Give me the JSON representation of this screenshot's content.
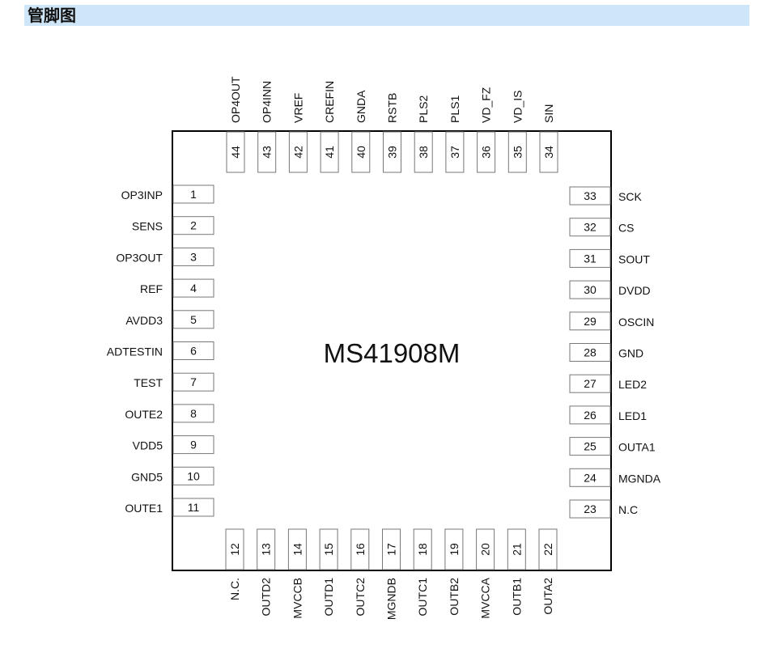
{
  "header": {
    "title": "管脚图"
  },
  "chip": {
    "name": "MS41908M"
  },
  "pins": {
    "left": [
      {
        "num": "1",
        "name": "OP3INP"
      },
      {
        "num": "2",
        "name": "SENS"
      },
      {
        "num": "3",
        "name": "OP3OUT"
      },
      {
        "num": "4",
        "name": "REF"
      },
      {
        "num": "5",
        "name": "AVDD3"
      },
      {
        "num": "6",
        "name": "ADTESTIN"
      },
      {
        "num": "7",
        "name": "TEST"
      },
      {
        "num": "8",
        "name": "OUTE2"
      },
      {
        "num": "9",
        "name": "VDD5"
      },
      {
        "num": "10",
        "name": "GND5"
      },
      {
        "num": "11",
        "name": "OUTE1"
      }
    ],
    "bottom": [
      {
        "num": "12",
        "name": "N.C."
      },
      {
        "num": "13",
        "name": "OUTD2"
      },
      {
        "num": "14",
        "name": "MVCCB"
      },
      {
        "num": "15",
        "name": "OUTD1"
      },
      {
        "num": "16",
        "name": "OUTC2"
      },
      {
        "num": "17",
        "name": "MGNDB"
      },
      {
        "num": "18",
        "name": "OUTC1"
      },
      {
        "num": "19",
        "name": "OUTB2"
      },
      {
        "num": "20",
        "name": "MVCCA"
      },
      {
        "num": "21",
        "name": "OUTB1"
      },
      {
        "num": "22",
        "name": "OUTA2"
      }
    ],
    "right": [
      {
        "num": "23",
        "name": "N.C"
      },
      {
        "num": "24",
        "name": "MGNDA"
      },
      {
        "num": "25",
        "name": "OUTA1"
      },
      {
        "num": "26",
        "name": "LED1"
      },
      {
        "num": "27",
        "name": "LED2"
      },
      {
        "num": "28",
        "name": "GND"
      },
      {
        "num": "29",
        "name": "OSCIN"
      },
      {
        "num": "30",
        "name": "DVDD"
      },
      {
        "num": "31",
        "name": "SOUT"
      },
      {
        "num": "32",
        "name": "CS"
      },
      {
        "num": "33",
        "name": "SCK"
      }
    ],
    "top": [
      {
        "num": "34",
        "name": "SIN"
      },
      {
        "num": "35",
        "name": "VD_IS"
      },
      {
        "num": "36",
        "name": "VD_FZ"
      },
      {
        "num": "37",
        "name": "PLS1"
      },
      {
        "num": "38",
        "name": "PLS2"
      },
      {
        "num": "39",
        "name": "RSTB"
      },
      {
        "num": "40",
        "name": "GNDA"
      },
      {
        "num": "41",
        "name": "CREFIN"
      },
      {
        "num": "42",
        "name": "VREF"
      },
      {
        "num": "43",
        "name": "OP4INN"
      },
      {
        "num": "44",
        "name": "OP4OUT"
      }
    ]
  }
}
